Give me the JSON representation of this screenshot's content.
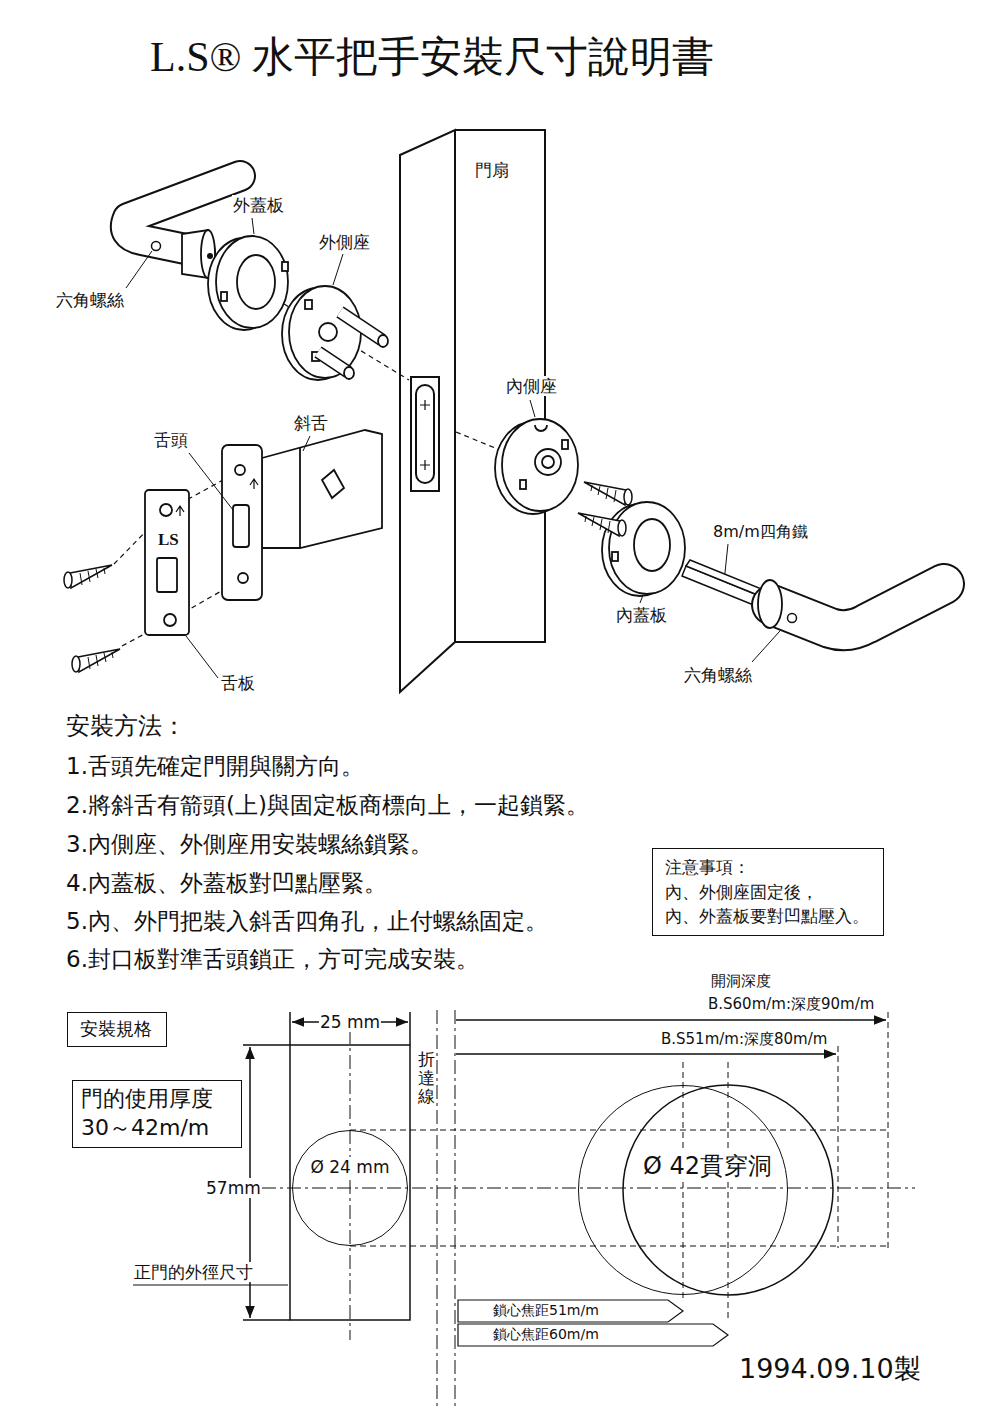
{
  "diagram": {
    "title": "L.S® 水平把手安裝尺寸說明書",
    "nodes": [
      {
        "text": [
          "安裝規格"
        ]
      },
      {
        "text": [
          "門的使用厚度 30～42m/m"
        ]
      },
      {
        "text": [
          "注意事項：",
          "內、外側座固定後，",
          "內、外蓋板要對凹點壓入。"
        ]
      },
      {
        "text": [
          "Ø 24 mm"
        ]
      },
      {
        "text": [
          "Ø 42貫穿洞"
        ]
      }
    ],
    "labels": [
      "外蓋板",
      "外側座",
      "門扇",
      "六角螺絲",
      "內側座",
      "斜舌",
      "舌頭",
      "LS",
      "8m/m四角鐵",
      "內蓋板",
      "六角螺絲",
      "舌板",
      "安裝方法：",
      "1.舌頭先確定門開與關方向。",
      "2.將斜舌有箭頭(上)與固定板商標向上，一起鎖緊。",
      "3.內側座、外側座用安裝螺絲鎖緊。",
      "4.內蓋板、外蓋板對凹點壓緊。",
      "5.內、外門把裝入斜舌四角孔，止付螺絲固定。",
      "6.封口板對準舌頭鎖正，方可完成安裝。",
      "25 mm",
      "57mm",
      "折達線",
      "正門的外徑尺寸",
      "開洞深度",
      "B.S60m/m:深度90m/m",
      "B.S51m/m:深度80m/m",
      "鎖心焦距51m/m",
      "鎖心焦距60m/m",
      "1994.09.10製"
    ]
  }
}
